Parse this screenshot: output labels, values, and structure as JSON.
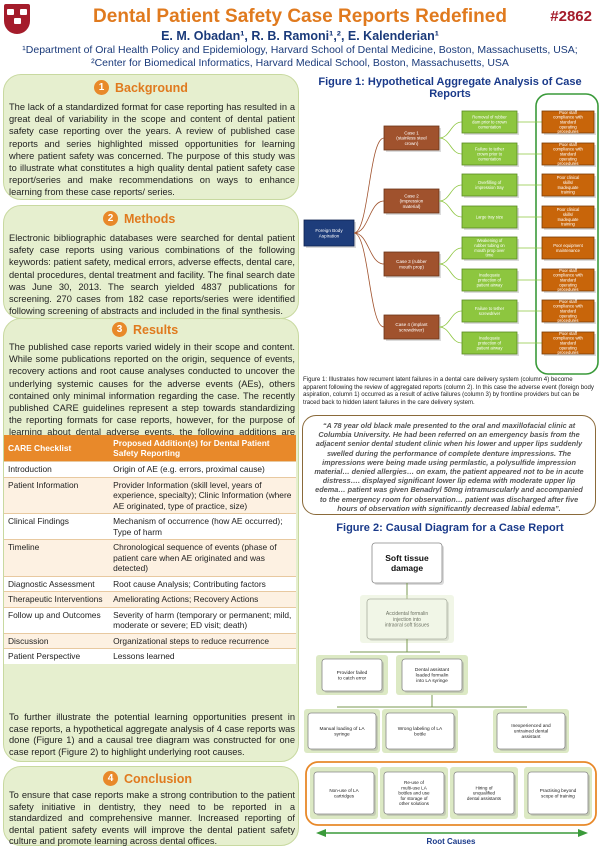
{
  "header": {
    "title": "Dental Patient Safety Case Reports Redefined",
    "poster_number": "#2862",
    "authors": "E. M. Obadan¹, R. B. Ramoni¹,², E. Kalenderian¹",
    "affiliation1": "¹Department of Oral Health Policy and Epidemiology, Harvard School of Dental Medicine, Boston, Massachusetts, USA;",
    "affiliation2": "²Center for Biomedical Informatics, Harvard Medical School, Boston, Massachusetts, USA"
  },
  "background": {
    "num": "1",
    "heading": "Background",
    "text": "The lack of a standardized format for case reporting has resulted in a great deal of variability in the scope and content of dental patient safety case reporting over the years. A review of published case reports and series highlighted missed opportunities for learning where patient safety was concerned. The purpose of this study was to illustrate what constitutes a high quality dental patient safety case report/series and make recommendations on ways to enhance learning from these case reports/ series."
  },
  "methods": {
    "num": "2",
    "heading": "Methods",
    "text": "Electronic bibliographic databases were searched for dental patient safety case reports using various combinations of the following keywords: patient safety, medical errors, adverse effects, dental care, dental procedures, dental treatment and facility. The final search date was June 30, 2013. The search yielded 4837 publications for screening. 270 cases from 182 case reports/series were identified following screening of abstracts and included in the final synthesis."
  },
  "results": {
    "num": "3",
    "heading": "Results",
    "text": "The published case reports varied widely in their scope and content. While some publications reported on the origin, sequence of events, recovery actions and root cause analyses conducted to uncover the underlying systemic causes for the adverse events (AEs), others contained only minimal information regarding the case. The recently published CARE guidelines represent a step towards standardizing the reporting formats for case reports, however, for the purpose of learning about dental adverse events, the following additions are proposed:",
    "after_text": "To further illustrate the potential learning opportunities present in case reports, a hypothetical aggregate analysis of 4 case reports was done (Figure 1) and a causal tree diagram was constructed for one case report (Figure 2) to highlight underlying root causes."
  },
  "care_table": {
    "headers": [
      "CARE Checklist",
      "Proposed Addition(s) for Dental Patient Safety Reporting"
    ],
    "rows": [
      [
        "Introduction",
        "Origin of AE (e.g. errors, proximal cause)"
      ],
      [
        "Patient Information",
        "Provider Information (skill level, years of experience, specialty); Clinic Information (where AE originated, type of practice, size)"
      ],
      [
        "Clinical Findings",
        "Mechanism of occurrence (how AE occurred); Type of harm"
      ],
      [
        "Timeline",
        "Chronological sequence of events (phase of patient care when AE originated and was detected)"
      ],
      [
        "Diagnostic Assessment",
        "Root cause Analysis; Contributing factors"
      ],
      [
        "Therapeutic Interventions",
        "Ameliorating Actions; Recovery Actions"
      ],
      [
        "Follow up and Outcomes",
        "Severity of harm (temporary or permanent; mild, moderate or severe; ED visit; death)"
      ],
      [
        "Discussion",
        "Organizational steps to reduce recurrence"
      ],
      [
        "Patient Perspective",
        "Lessons learned"
      ]
    ]
  },
  "conclusion": {
    "num": "4",
    "heading": "Conclusion",
    "text": "To ensure that case reports make a strong contribution to the patient safety initiative in dentistry, they need to be reported in a standardized and comprehensive manner. Increased reporting of dental patient safety events will improve the dental patient safety culture and promote learning across dental offices."
  },
  "figure1": {
    "title": "Figure 1: Hypothetical Aggregate Analysis of Case Reports",
    "root": "Foreign Body Aspiration",
    "cases": [
      {
        "label": "Case 1 (stainless steel crown)",
        "failures": [
          "Removal of rubber dam prior to crown cementation",
          "Failure to tether crown prior to cementation"
        ],
        "causes": [
          "Poor staff compliance with standard operating procedures",
          "Poor staff compliance with standard operating procedures"
        ]
      },
      {
        "label": "Case 2 (impression material)",
        "failures": [
          "Overfilling of impression tray",
          "Large tray size"
        ],
        "causes": [
          "Poor clinical skills/ Inadequate training",
          "Poor clinical skills/ Inadequate training"
        ]
      },
      {
        "label": "Case 3 (rubber mouth prop)",
        "failures": [
          "Weakening of rubber tubing on mouth prop over time",
          "Inadequate protection of patient airway"
        ],
        "causes": [
          "Poor equipment maintenance",
          "Poor staff compliance with standard operating procedures"
        ]
      },
      {
        "label": "Case 4 (implant screwdriver)",
        "failures": [
          "Failure to tether screwdriver",
          "Inadequate protection of patient airway"
        ],
        "causes": [
          "Poor staff compliance with standard operating procedures",
          "Poor staff compliance with standard operating procedures"
        ]
      }
    ],
    "caption": "Figure 1: Illustrates how recurrent latent failures in a dental care delivery system (column 4) become apparent following the review of aggregated reports (column 2). In this case the adverse event (foreign body aspiration, column 1) occurred as a result of active failures (column 3) by frontline providers but can be traced back to hidden latent failures in the care delivery system."
  },
  "quote": "“A 78 year old black male presented to the oral and maxillofacial clinic at Columbia University. He had been referred on an emergency basis from the adjacent senior dental student clinic when his lower and upper lips suddenly swelled during the performance of complete denture impressions. The impressions were being made using permlastic, a polysulfide impression material… denied allergies… on exam, the patient appeared not to be in acute distress…. displayed significant lower lip edema with moderate upper lip edema… patient was given Benadryl 50mg intramuscularly and accompanied to the emergency room for observation… patient was discharged after five hours of observation with significantly decreased labial edema”.",
  "figure2": {
    "title": "Figure 2: Causal Diagram for a Case Report",
    "top": "Soft tissue damage",
    "level2": "Accidental formalin injection into intraoral soft tissues",
    "level3": [
      "Provider failed to catch error",
      "Dental assistant loaded formalin into LA syringe"
    ],
    "level4": [
      "Manual loading of LA syringe",
      "Wrong labeling of LA bottle",
      "Inexperienced and untrained dental assistant"
    ],
    "root_causes": [
      "Non-use of LA cartridges",
      "Re-use of multi-use LA bottles and use for storage of other solutions",
      "Hiring of unqualified dental assistants",
      "Practising beyond scope of training"
    ],
    "root_label": "Root Causes"
  },
  "colors": {
    "orange": "#e8892a",
    "green_box": "#8dc63f",
    "navy": "#1a3a7a",
    "panel": "#e6efcf",
    "crimson": "#a41c2b"
  }
}
